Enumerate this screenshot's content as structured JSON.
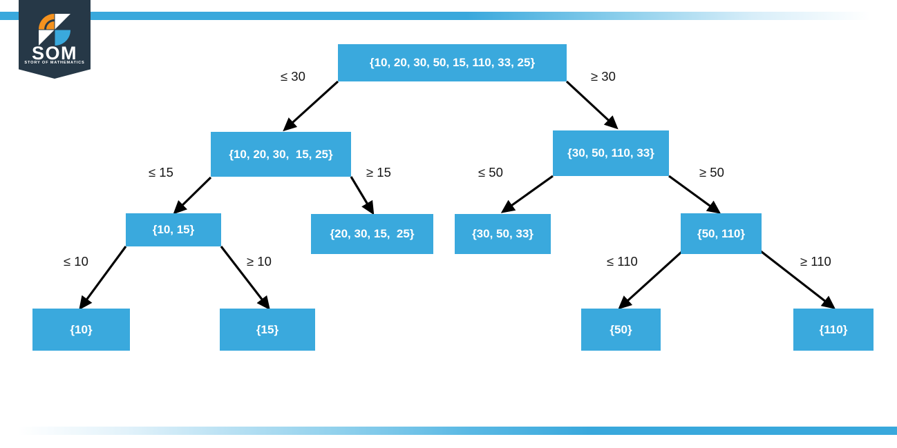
{
  "brand": {
    "name": "SOM",
    "tagline": "STORY OF MATHEMATICS",
    "logo_icon": "som-shield-logo",
    "colors": {
      "shield": "#263847",
      "accent_orange": "#f5921e",
      "accent_blue": "#3aa9dd",
      "white": "#ffffff"
    }
  },
  "decor": {
    "top_bar": "blue-gradient-bar-fading-right",
    "bottom_bar": "blue-gradient-bar-fading-left",
    "bar_color": "#39a8dc"
  },
  "diagram": {
    "type": "binary-decision-tree",
    "node_fill": "#3aa9dd",
    "node_text_color": "#ffffff",
    "edge_color": "#000000",
    "nodes": [
      {
        "id": "root",
        "label": "{10, 20, 30, 50, 15, 110, 33, 25}",
        "level": 0
      },
      {
        "id": "l1a",
        "label": "{10, 20, 30,  15, 25}",
        "level": 1
      },
      {
        "id": "l1b",
        "label": "{30, 50, 110, 33}",
        "level": 1
      },
      {
        "id": "l2a",
        "label": "{10, 15}",
        "level": 2
      },
      {
        "id": "l2b",
        "label": "{20, 30, 15,  25}",
        "level": 2
      },
      {
        "id": "l2c",
        "label": "{30, 50, 33}",
        "level": 2
      },
      {
        "id": "l2d",
        "label": "{50, 110}",
        "level": 2
      },
      {
        "id": "l3a",
        "label": "{10}",
        "level": 3
      },
      {
        "id": "l3b",
        "label": "{15}",
        "level": 3
      },
      {
        "id": "l3c",
        "label": "{50}",
        "level": 3
      },
      {
        "id": "l3d",
        "label": "{110}",
        "level": 3
      }
    ],
    "edges": [
      {
        "from": "root",
        "to": "l1a",
        "label": "≤ 30"
      },
      {
        "from": "root",
        "to": "l1b",
        "label": "≥ 30"
      },
      {
        "from": "l1a",
        "to": "l2a",
        "label": "≤ 15"
      },
      {
        "from": "l1a",
        "to": "l2b",
        "label": "≥ 15"
      },
      {
        "from": "l1b",
        "to": "l2c",
        "label": "≤ 50"
      },
      {
        "from": "l1b",
        "to": "l2d",
        "label": "≥ 50"
      },
      {
        "from": "l2a",
        "to": "l3a",
        "label": "≤ 10"
      },
      {
        "from": "l2a",
        "to": "l3b",
        "label": "≥ 10"
      },
      {
        "from": "l2d",
        "to": "l3c",
        "label": "≤ 110"
      },
      {
        "from": "l2d",
        "to": "l3d",
        "label": "≥ 110"
      }
    ]
  }
}
